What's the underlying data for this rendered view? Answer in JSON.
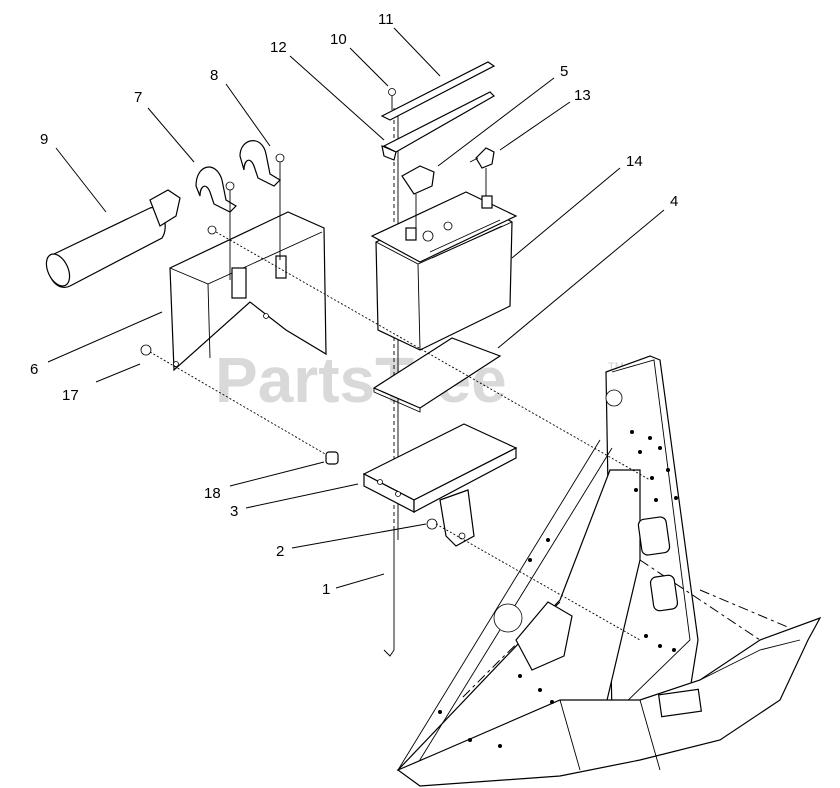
{
  "watermark": {
    "text": "PartsTree",
    "tm": "TM"
  },
  "callouts": [
    {
      "id": "1",
      "label": "1"
    },
    {
      "id": "2",
      "label": "2"
    },
    {
      "id": "3",
      "label": "3"
    },
    {
      "id": "4",
      "label": "4"
    },
    {
      "id": "5",
      "label": "5"
    },
    {
      "id": "6",
      "label": "6"
    },
    {
      "id": "7",
      "label": "7"
    },
    {
      "id": "8",
      "label": "8"
    },
    {
      "id": "9",
      "label": "9"
    },
    {
      "id": "10",
      "label": "10"
    },
    {
      "id": "11",
      "label": "11"
    },
    {
      "id": "12",
      "label": "12"
    },
    {
      "id": "13",
      "label": "13"
    },
    {
      "id": "14",
      "label": "14"
    },
    {
      "id": "17",
      "label": "17"
    },
    {
      "id": "18",
      "label": "18"
    }
  ]
}
